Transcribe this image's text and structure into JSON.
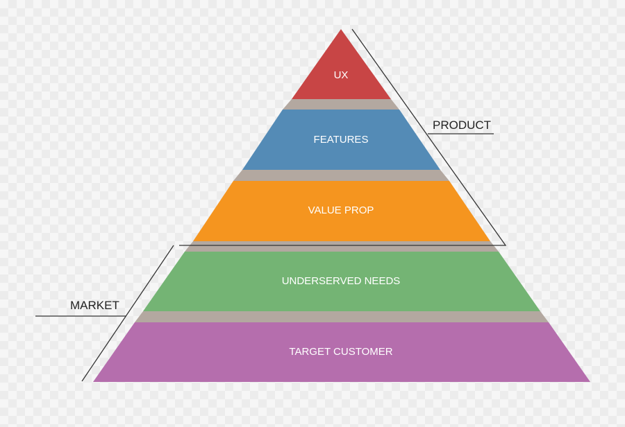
{
  "pyramid": {
    "tiers": [
      {
        "label": "UX",
        "color": "#c84545"
      },
      {
        "label": "FEATURES",
        "color": "#548bb6"
      },
      {
        "label": "VALUE PROP",
        "color": "#f5951f"
      },
      {
        "label": "UNDERSERVED NEEDS",
        "color": "#74b474"
      },
      {
        "label": "TARGET CUSTOMER",
        "color": "#b56ead"
      }
    ],
    "connector_color": "#b3a8a0",
    "bracket_color": "#333333"
  },
  "brackets": {
    "product_label": "PRODUCT",
    "market_label": "MARKET"
  }
}
